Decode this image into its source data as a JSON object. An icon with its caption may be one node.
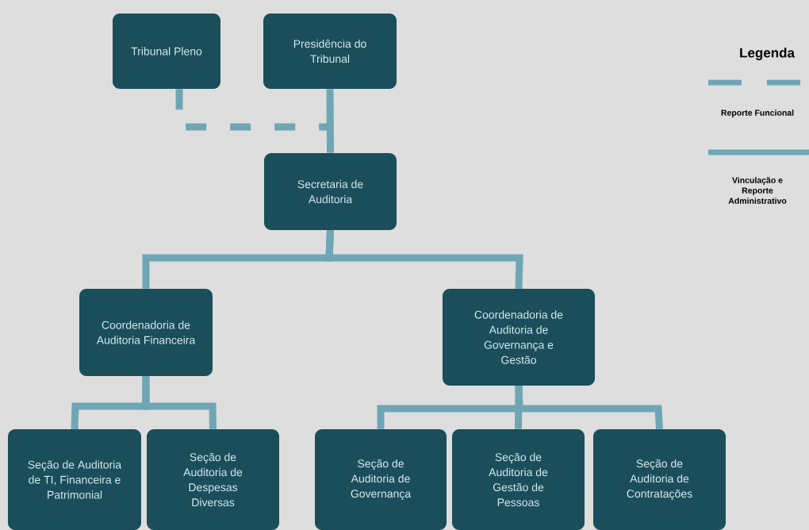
{
  "diagram": {
    "nodes": [
      {
        "text": [
          "Tribunal Pleno"
        ]
      },
      {
        "text": [
          "Presidência do Tribunal"
        ]
      },
      {
        "text": [
          "Secretaria de Auditoria"
        ]
      },
      {
        "text": [
          "Coordenadoria de Auditoria Financeira"
        ]
      },
      {
        "text": [
          "Coordenadoria de Auditoria de Governança e Gestão"
        ]
      },
      {
        "text": [
          "Seção de Auditoria de TI, Financeira e Patrimonial"
        ]
      },
      {
        "text": [
          "Seção de Auditoria de Despesas Diversas"
        ]
      },
      {
        "text": [
          "Seção de Auditoria de Governança"
        ]
      },
      {
        "text": [
          "Seção de Auditoria de Gestão de Pessoas"
        ]
      },
      {
        "text": [
          "Seção de Auditoria de Contratações"
        ]
      }
    ],
    "edges": [
      {
        "from": 0,
        "to": 2,
        "arrow": "none",
        "style": "dashed"
      },
      {
        "from": 1,
        "to": 2,
        "arrow": "none"
      },
      {
        "from": 2,
        "to": 3,
        "arrow": "none"
      },
      {
        "from": 2,
        "to": 4,
        "arrow": "none"
      },
      {
        "from": 3,
        "to": 5,
        "arrow": "none"
      },
      {
        "from": 3,
        "to": 6,
        "arrow": "none"
      },
      {
        "from": 4,
        "to": 7,
        "arrow": "none"
      },
      {
        "from": 4,
        "to": 8,
        "arrow": "none"
      },
      {
        "from": 4,
        "to": 9,
        "arrow": "none"
      }
    ],
    "labels": [
      "Legenda"
    ],
    "legend": [
      {
        "text": "Reporte Funcional"
      },
      {
        "text": "Vinculação e Reporte Administrativo"
      }
    ]
  }
}
